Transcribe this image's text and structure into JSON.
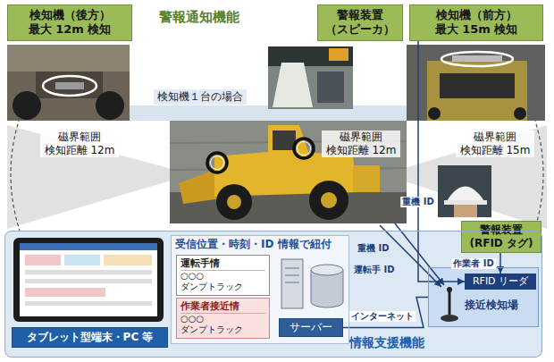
{
  "diagram": {
    "nodes": [
      {
        "text": [
          "検知機（後方） 最大 12m 検知"
        ]
      },
      {
        "text": [
          "警報装置 （スピーカ）"
        ]
      },
      {
        "text": [
          "検知機（前方） 最大 15m 検知"
        ]
      },
      {
        "text": [
          "警報装置 (RFID タグ)"
        ]
      },
      {
        "text": [
          "情報支援機能"
        ]
      },
      {
        "text": [
          "タブレット型端末・PC 等"
        ],
        "in": 4
      },
      {
        "text": [
          "受信位置・時刻・ID 情報で紐付"
        ],
        "in": 4
      },
      {
        "text": [
          "運転手情",
          "○○○",
          "ダンプトラック"
        ],
        "in": 6
      },
      {
        "text": [
          "作業者接近情",
          "○○○",
          "ダンプトラック"
        ],
        "in": 6
      },
      {
        "text": [
          "サーバー"
        ],
        "in": 6
      },
      {
        "text": [
          "接近検知場"
        ],
        "in": 4
      },
      {
        "text": [
          "RFID リーダ"
        ],
        "in": 10
      }
    ],
    "edges": [
      {
        "from": 3,
        "to": 11,
        "arrow": "to",
        "label": "作業者 ID"
      },
      {
        "from": 2,
        "to": 11,
        "arrow": "to",
        "label": "重機 ID"
      },
      {
        "from": 10,
        "to": 9,
        "arrow": "none",
        "label": "インターネット"
      }
    ],
    "labels": [
      "警報通知機能",
      "検知機１台の場合",
      "磁界範囲 検知距離 12m",
      "磁界範囲 検知距離 12m",
      "磁界範囲 検知距離 15m",
      "重機 ID",
      "運転手 ID"
    ]
  }
}
